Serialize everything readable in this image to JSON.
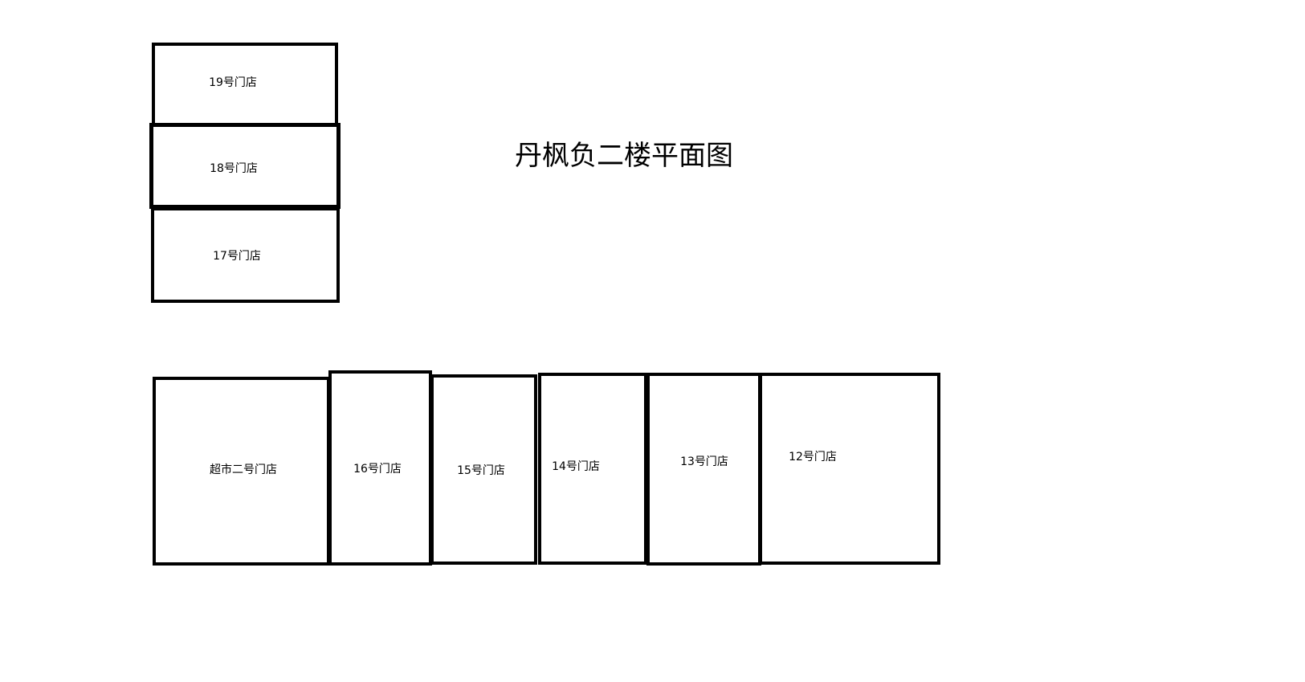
{
  "title": "丹枫负二楼平面图",
  "stores": {
    "s19": "19号门店",
    "s18": "18号门店",
    "s17": "17号门店",
    "supermarket2": "超市二号门店",
    "s16": "16号门店",
    "s15": "15号门店",
    "s14": "14号门店",
    "s13": "13号门店",
    "s12": "12号门店"
  }
}
